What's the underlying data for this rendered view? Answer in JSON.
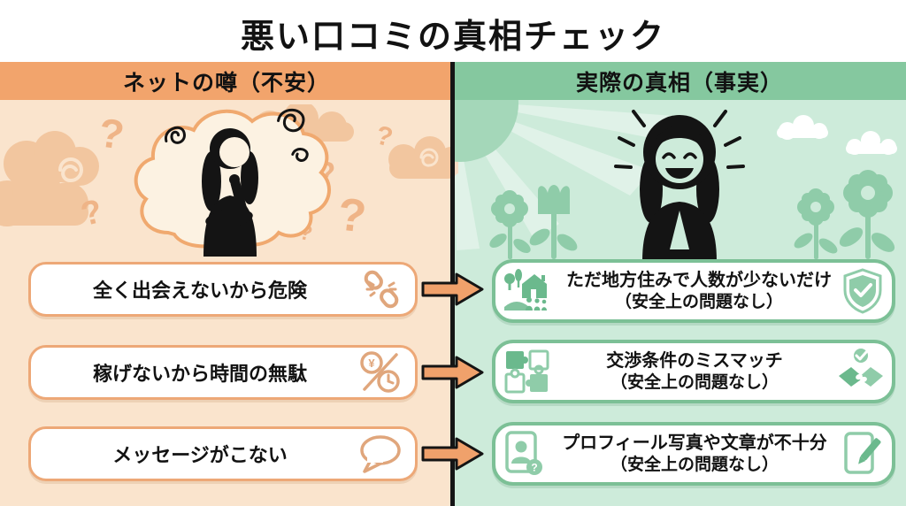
{
  "title": "悪い口コミの真相チェック",
  "left_column": {
    "header": "ネットの噂（不安）",
    "mood": "worried-woman-illustration"
  },
  "right_column": {
    "header": "実際の真相（事実）",
    "mood": "happy-woman-illustration"
  },
  "rows": [
    {
      "rumor": "全く出会えないから危険",
      "rumor_icon": "broken-link-icon",
      "truth": "ただ地方住みで人数が少ないだけ",
      "truth_note": "（安全上の問題なし）",
      "truth_icon_left": "countryside-family-icon",
      "truth_icon_right": "shield-check-icon"
    },
    {
      "rumor": "稼げないから時間の無駄",
      "rumor_icon": "yen-clock-slash-icon",
      "truth": "交渉条件のミスマッチ",
      "truth_note": "（安全上の問題なし）",
      "truth_icon_left": "puzzle-pieces-icon",
      "truth_icon_right": "handshake-check-icon"
    },
    {
      "rumor": "メッセージがこない",
      "rumor_icon": "speech-bubble-icon",
      "truth": "プロフィール写真や文章が不十分",
      "truth_note": "（安全上の問題なし）",
      "truth_icon_left": "profile-question-icon",
      "truth_icon_right": "document-pencil-icon"
    }
  ],
  "colors": {
    "title_text": "#121212",
    "left_header_bg": "#F2A46C",
    "left_panel_bg": "#FAE4CD",
    "left_box_border": "#EDA877",
    "left_icon": "#E0A67C",
    "left_cloud": "#F2C69F",
    "question_mark": "#EFB487",
    "arrow_fill": "#F0A16B",
    "right_header_bg": "#85C89F",
    "right_panel_bg": "#CDEBDA",
    "right_box_border": "#7CC096",
    "right_icon_green": "#8FCCA9",
    "right_icon_dark_green": "#6BB98D",
    "divider": "#151515"
  }
}
